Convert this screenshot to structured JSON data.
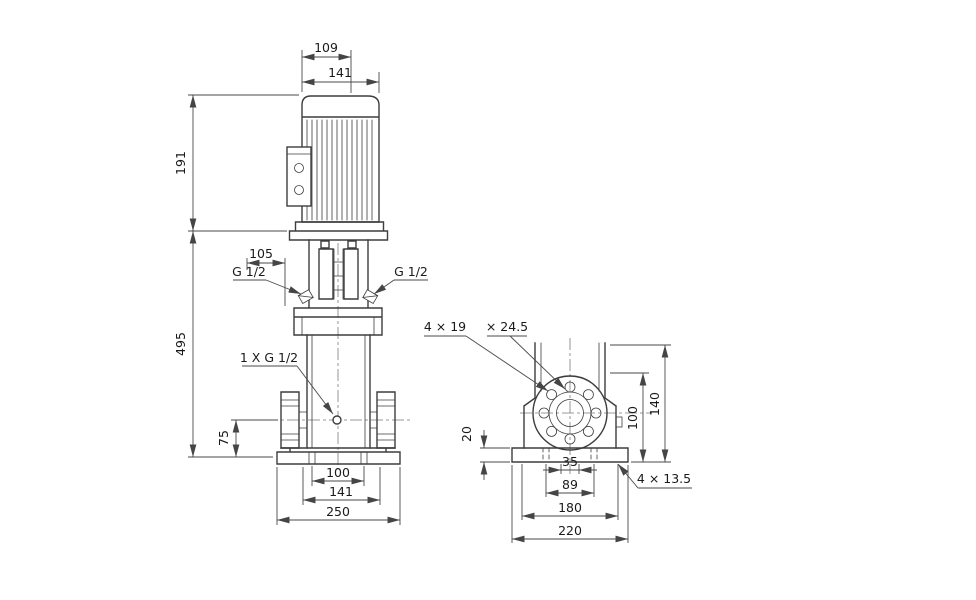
{
  "front_view": {
    "d109": "109",
    "d141_top": "141",
    "d191": "191",
    "d105": "105",
    "d495": "495",
    "d75": "75",
    "port_left": "G 1/2",
    "port_right": "G 1/2",
    "drain": "1 X G 1/2",
    "d100_bottom": "100",
    "d141_bottom": "141",
    "d250_bottom": "250"
  },
  "side_view": {
    "flange_holes": "4 × 19",
    "flange_counterbore": "× 24.5",
    "d20": "20",
    "d100": "100",
    "d140": "140",
    "d35": "35",
    "d89": "89",
    "d180": "180",
    "d220": "220",
    "base_holes": "4 × 13.5"
  },
  "colors": {
    "background": "#ffffff",
    "object_line": "#3d3d3d",
    "dimension_line": "#4a4a4a",
    "text": "#1a1a1a"
  }
}
